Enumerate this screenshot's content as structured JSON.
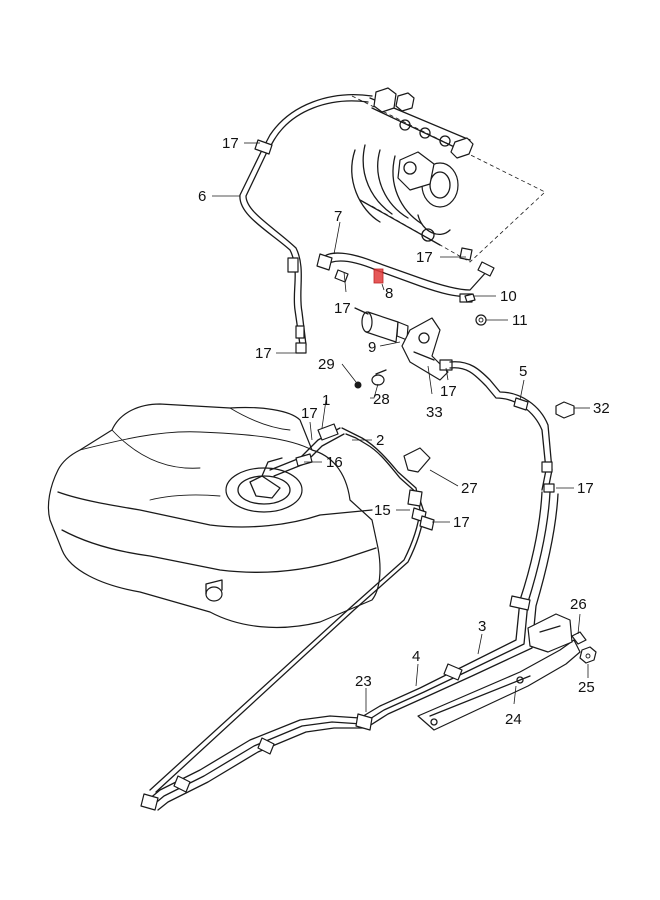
{
  "diagram": {
    "highlight_color": "#e23b3b",
    "line_color": "#1a1a1a",
    "callouts": {
      "n1": "1",
      "n2": "2",
      "n3": "3",
      "n4": "4",
      "n5": "5",
      "n6": "6",
      "n7": "7",
      "n8": "8",
      "n9": "9",
      "n10": "10",
      "n11": "11",
      "n15": "15",
      "n16": "16",
      "n17": "17",
      "n23": "23",
      "n24": "24",
      "n25": "25",
      "n26": "26",
      "n27": "27",
      "n28": "28",
      "n29": "29",
      "n32": "32",
      "n33": "33"
    }
  }
}
